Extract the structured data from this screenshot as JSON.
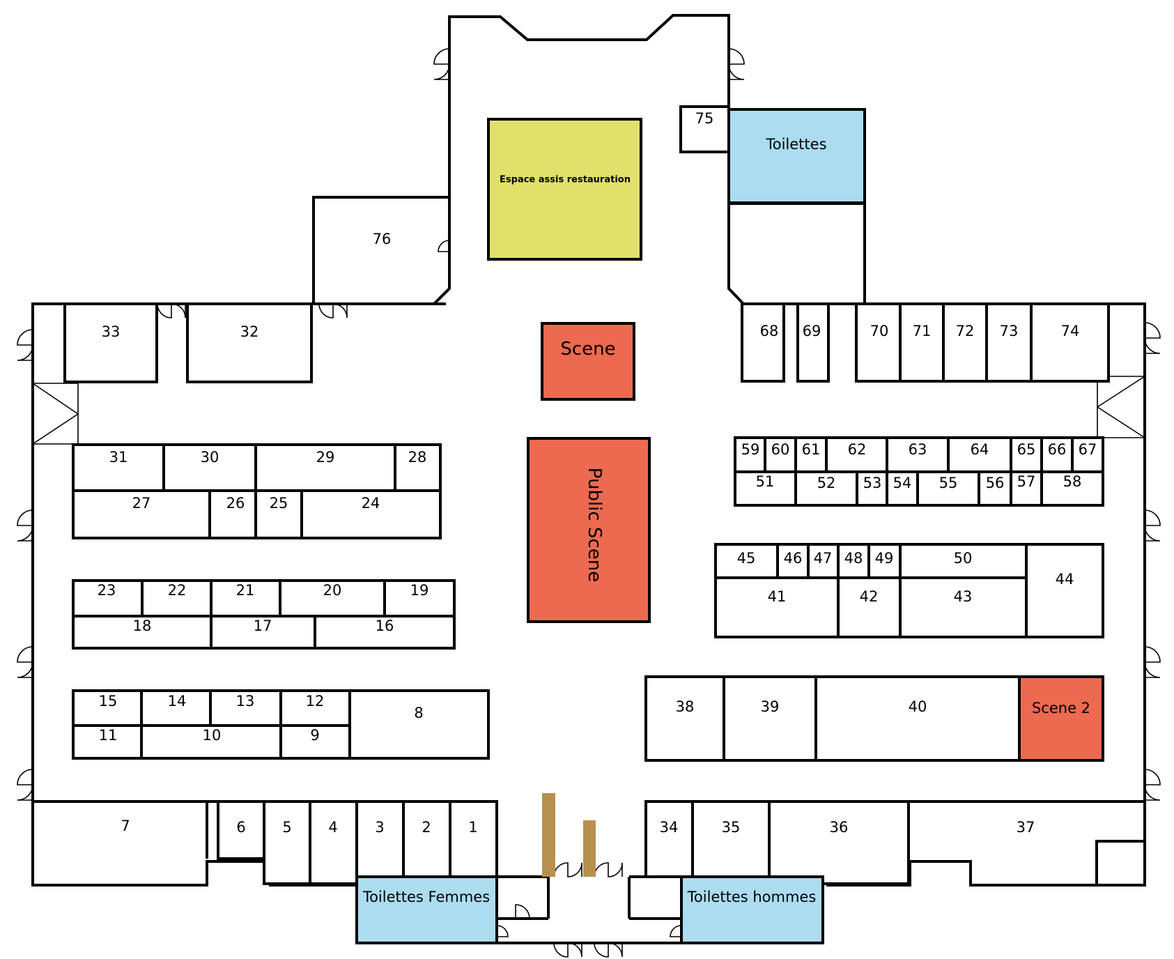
{
  "colors": {
    "restaurant": "#e0e06a",
    "scene": "#ec6a50",
    "toilets": "#abdcf0",
    "post": "#b8904e"
  },
  "areas": {
    "restaurant": "Espace assis restauration",
    "scene": "Scene",
    "public_scene": "Public Scene",
    "scene2": "Scene 2",
    "toilets_top": "Toilettes",
    "toilets_women": "Toilettes Femmes",
    "toilets_men": "Toilettes hommes"
  },
  "stands": {
    "s1": "1",
    "s2": "2",
    "s3": "3",
    "s4": "4",
    "s5": "5",
    "s6": "6",
    "s7": "7",
    "s8": "8",
    "s9": "9",
    "s10": "10",
    "s11": "11",
    "s12": "12",
    "s13": "13",
    "s14": "14",
    "s15": "15",
    "s16": "16",
    "s17": "17",
    "s18": "18",
    "s19": "19",
    "s20": "20",
    "s21": "21",
    "s22": "22",
    "s23": "23",
    "s24": "24",
    "s25": "25",
    "s26": "26",
    "s27": "27",
    "s28": "28",
    "s29": "29",
    "s30": "30",
    "s31": "31",
    "s32": "32",
    "s33": "33",
    "s34": "34",
    "s35": "35",
    "s36": "36",
    "s37": "37",
    "s38": "38",
    "s39": "39",
    "s40": "40",
    "s41": "41",
    "s42": "42",
    "s43": "43",
    "s44": "44",
    "s45": "45",
    "s46": "46",
    "s47": "47",
    "s48": "48",
    "s49": "49",
    "s50": "50",
    "s51": "51",
    "s52": "52",
    "s53": "53",
    "s54": "54",
    "s55": "55",
    "s56": "56",
    "s57": "57",
    "s58": "58",
    "s59": "59",
    "s60": "60",
    "s61": "61",
    "s62": "62",
    "s63": "63",
    "s64": "64",
    "s65": "65",
    "s66": "66",
    "s67": "67",
    "s68": "68",
    "s69": "69",
    "s70": "70",
    "s71": "71",
    "s72": "72",
    "s73": "73",
    "s74": "74",
    "s75": "75",
    "s76": "76"
  }
}
